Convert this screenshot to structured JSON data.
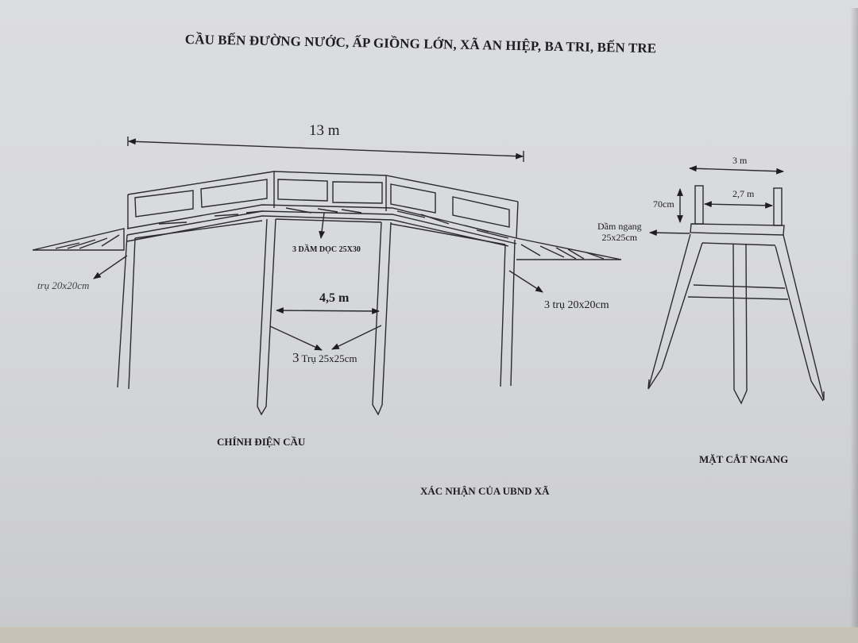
{
  "document": {
    "title": "CẦU BẾN ĐƯỜNG NƯỚC, ẤP GIỒNG LỚN, XÃ AN HIỆP, BA TRI, BẾN TRE"
  },
  "front_elevation": {
    "caption": "CHÍNH ĐIỆN CẦU",
    "total_length": "13  m",
    "longitudinal_beams": "3 DẦM DỌC 25X30",
    "left_post": "trụ 20x20cm",
    "right_posts": "3 trụ 20x20cm",
    "center_span": "4,5 m",
    "center_posts_count": "3",
    "center_posts_spec": "Trụ 25x25cm"
  },
  "cross_section": {
    "caption": "MẶT CẮT NGANG",
    "total_width": "3 m",
    "clear_width": "2,7 m",
    "railing_height": "70cm",
    "cross_beam_line1": "Dầm ngang",
    "cross_beam_line2": "25x25cm"
  },
  "footer": {
    "confirmation": "XÁC NHẬN CỦA UBND XÃ"
  },
  "colors": {
    "ink": "#1e1e22",
    "paper": "#d8d9dc",
    "desk": "#c8c2b6"
  }
}
